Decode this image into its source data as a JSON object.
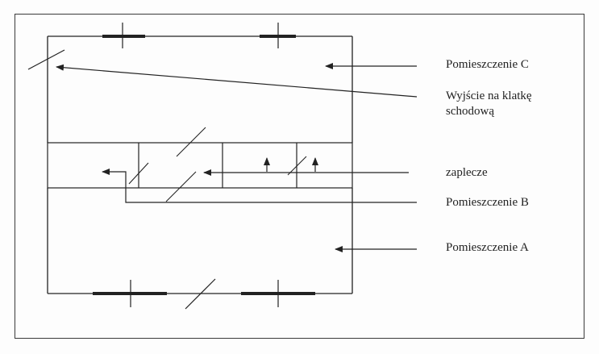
{
  "labels": {
    "room_c": "Pomieszczenie C",
    "exit_line1": "Wyjście na klatkę",
    "exit_line2": "schodową",
    "backroom": "zaplecze",
    "room_b": "Pomieszczenie B",
    "room_a": "Pomieszczenie A"
  },
  "colors": {
    "line": "#222222",
    "frame": "#3a3a3a",
    "background": "#fdfdfd"
  }
}
